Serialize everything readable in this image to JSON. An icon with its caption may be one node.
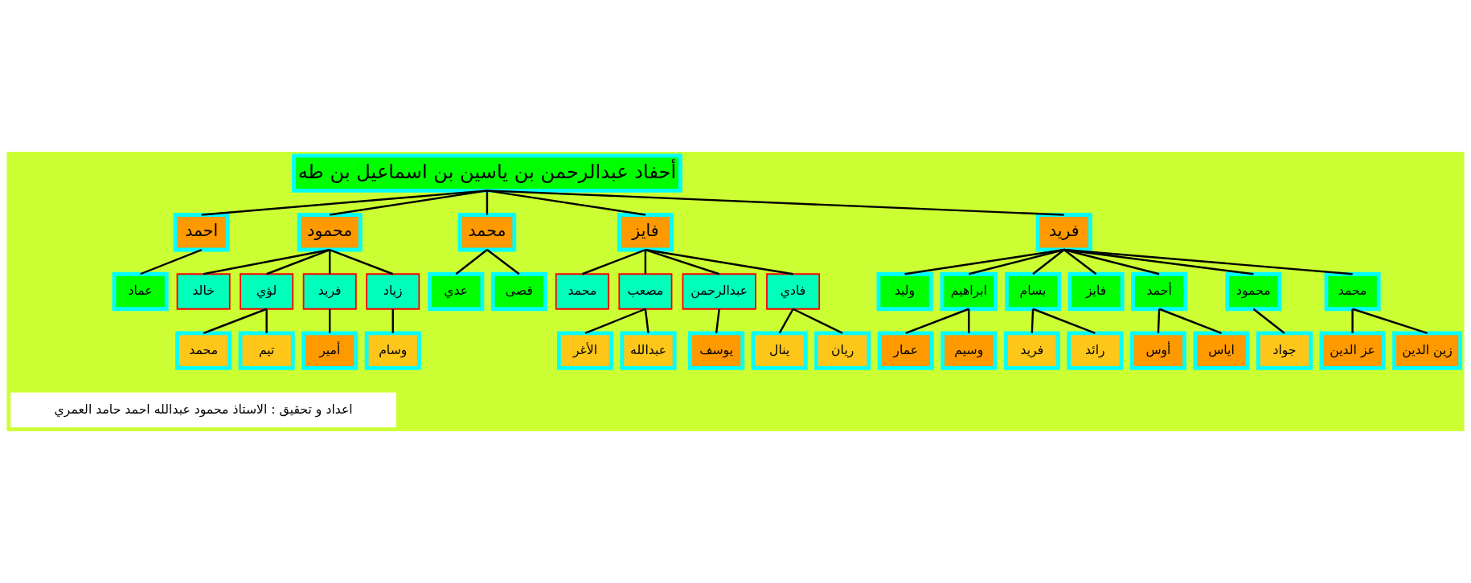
{
  "diagram": {
    "nodes": [
      {
        "text": [
          "أحفاد عبدالرحمن بن ياسين بن اسماعيل بن طه"
        ]
      },
      {
        "text": [
          "فريد"
        ]
      },
      {
        "text": [
          "محمد"
        ]
      },
      {
        "text": [
          "محمود"
        ]
      },
      {
        "text": [
          "أحمد"
        ]
      },
      {
        "text": [
          "فايز"
        ]
      },
      {
        "text": [
          "بسام"
        ]
      },
      {
        "text": [
          "ابراهيم"
        ]
      },
      {
        "text": [
          "وليد"
        ]
      },
      {
        "text": [
          "عز الدين"
        ]
      },
      {
        "text": [
          "زين الدين"
        ]
      },
      {
        "text": [
          "جواد"
        ]
      },
      {
        "text": [
          "أوس"
        ]
      },
      {
        "text": [
          "اياس"
        ]
      },
      {
        "text": [
          "فريد"
        ]
      },
      {
        "text": [
          "رائد"
        ]
      },
      {
        "text": [
          "عمار"
        ]
      },
      {
        "text": [
          "وسيم"
        ]
      },
      {
        "text": [
          "فايز"
        ]
      },
      {
        "text": [
          "فادي"
        ]
      },
      {
        "text": [
          "عبدالرحمن"
        ]
      },
      {
        "text": [
          "مصعب"
        ]
      },
      {
        "text": [
          "محمد"
        ]
      },
      {
        "text": [
          "ينال"
        ]
      },
      {
        "text": [
          "ريان"
        ]
      },
      {
        "text": [
          "يوسف"
        ]
      },
      {
        "text": [
          "الأغر"
        ]
      },
      {
        "text": [
          "عبدالله"
        ]
      },
      {
        "text": [
          "محمد"
        ]
      },
      {
        "text": [
          "عدي"
        ]
      },
      {
        "text": [
          "قصى"
        ]
      },
      {
        "text": [
          "محمود"
        ]
      },
      {
        "text": [
          "زياد"
        ]
      },
      {
        "text": [
          "فريد"
        ]
      },
      {
        "text": [
          "لؤي"
        ]
      },
      {
        "text": [
          "خالد"
        ]
      },
      {
        "text": [
          "وسام"
        ]
      },
      {
        "text": [
          "أمير"
        ]
      },
      {
        "text": [
          "محمد"
        ]
      },
      {
        "text": [
          "تيم"
        ]
      },
      {
        "text": [
          "احمد"
        ]
      },
      {
        "text": [
          "عماد"
        ]
      }
    ],
    "edges": [
      {
        "from": 0,
        "to": 40,
        "arrow": "none"
      },
      {
        "from": 0,
        "to": 31,
        "arrow": "none"
      },
      {
        "from": 0,
        "to": 28,
        "arrow": "none"
      },
      {
        "from": 0,
        "to": 18,
        "arrow": "none"
      },
      {
        "from": 0,
        "to": 1,
        "arrow": "none"
      },
      {
        "from": 40,
        "to": 41,
        "arrow": "none"
      },
      {
        "from": 31,
        "to": 35,
        "arrow": "none"
      },
      {
        "from": 31,
        "to": 34,
        "arrow": "none"
      },
      {
        "from": 31,
        "to": 33,
        "arrow": "none"
      },
      {
        "from": 31,
        "to": 32,
        "arrow": "none"
      },
      {
        "from": 34,
        "to": 38,
        "arrow": "none"
      },
      {
        "from": 34,
        "to": 39,
        "arrow": "none"
      },
      {
        "from": 33,
        "to": 37,
        "arrow": "none"
      },
      {
        "from": 32,
        "to": 36,
        "arrow": "none"
      },
      {
        "from": 28,
        "to": 29,
        "arrow": "none"
      },
      {
        "from": 28,
        "to": 30,
        "arrow": "none"
      },
      {
        "from": 18,
        "to": 22,
        "arrow": "none"
      },
      {
        "from": 18,
        "to": 21,
        "arrow": "none"
      },
      {
        "from": 18,
        "to": 20,
        "arrow": "none"
      },
      {
        "from": 18,
        "to": 19,
        "arrow": "none"
      },
      {
        "from": 21,
        "to": 26,
        "arrow": "none"
      },
      {
        "from": 21,
        "to": 27,
        "arrow": "none"
      },
      {
        "from": 20,
        "to": 25,
        "arrow": "none"
      },
      {
        "from": 19,
        "to": 23,
        "arrow": "none"
      },
      {
        "from": 19,
        "to": 24,
        "arrow": "none"
      },
      {
        "from": 1,
        "to": 8,
        "arrow": "none"
      },
      {
        "from": 1,
        "to": 7,
        "arrow": "none"
      },
      {
        "from": 1,
        "to": 6,
        "arrow": "none"
      },
      {
        "from": 1,
        "to": 5,
        "arrow": "none"
      },
      {
        "from": 1,
        "to": 4,
        "arrow": "none"
      },
      {
        "from": 1,
        "to": 3,
        "arrow": "none"
      },
      {
        "from": 1,
        "to": 2,
        "arrow": "none"
      },
      {
        "from": 7,
        "to": 16,
        "arrow": "none"
      },
      {
        "from": 7,
        "to": 17,
        "arrow": "none"
      },
      {
        "from": 6,
        "to": 14,
        "arrow": "none"
      },
      {
        "from": 6,
        "to": 15,
        "arrow": "none"
      },
      {
        "from": 4,
        "to": 12,
        "arrow": "none"
      },
      {
        "from": 4,
        "to": 13,
        "arrow": "none"
      },
      {
        "from": 3,
        "to": 11,
        "arrow": "none"
      },
      {
        "from": 2,
        "to": 9,
        "arrow": "none"
      },
      {
        "from": 2,
        "to": 10,
        "arrow": "none"
      }
    ],
    "labels": [
      "اعداد و تحقيق : الاستاذ محمود عبدالله احمد حامد العمري"
    ]
  }
}
